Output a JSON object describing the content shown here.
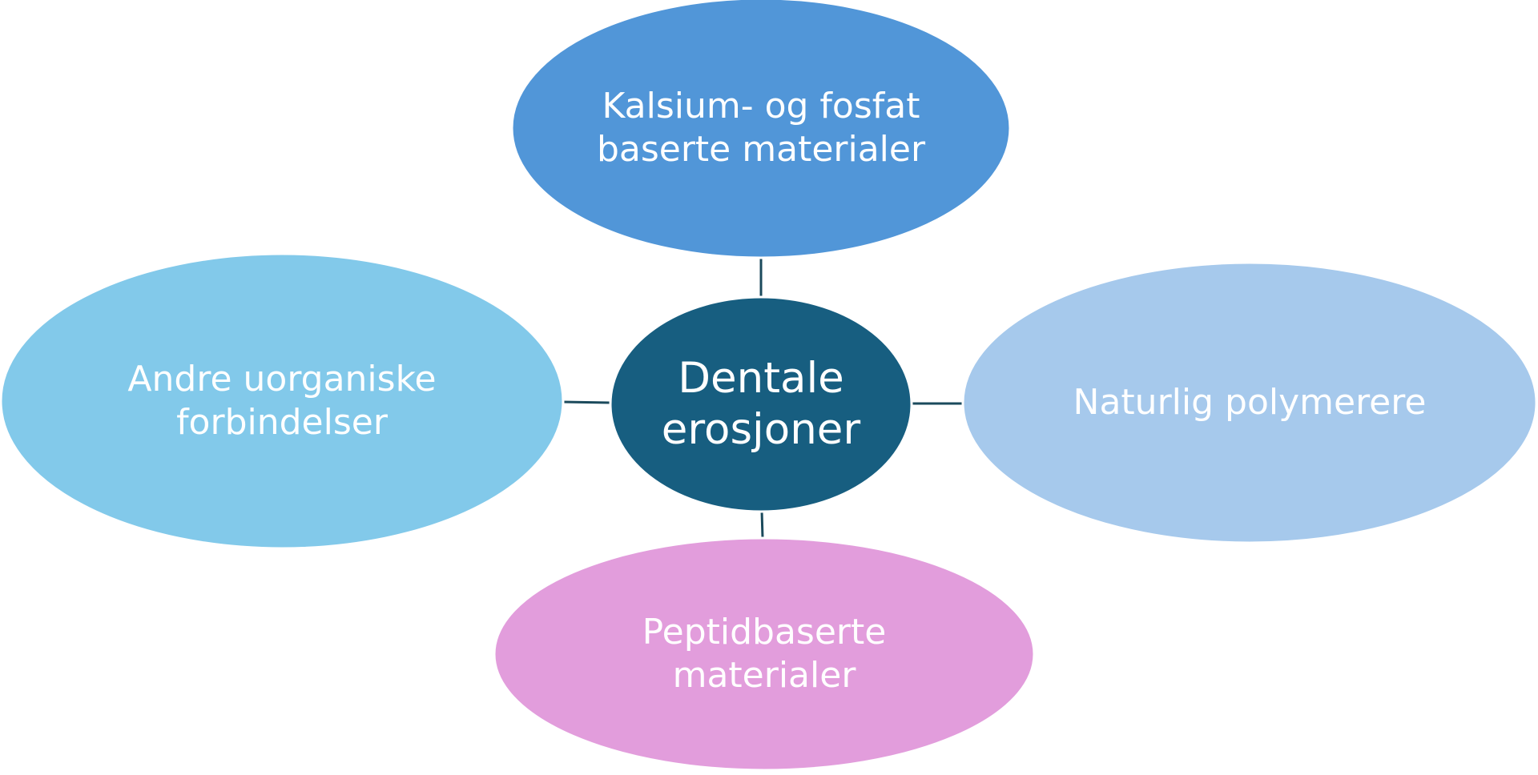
{
  "center": {
    "lines": [
      "Dentale",
      "erosjoner"
    ],
    "color": "#175e80"
  },
  "nodes": [
    {
      "id": "top",
      "lines": [
        "Kalsium- og fosfat",
        "baserte materialer"
      ],
      "color": "#5196d8"
    },
    {
      "id": "left",
      "lines": [
        "Andre uorganiske",
        "forbindelser"
      ],
      "color": "#82c9ea"
    },
    {
      "id": "right",
      "lines": [
        "Naturlig polymerere"
      ],
      "color": "#a6c9ec"
    },
    {
      "id": "bottom",
      "lines": [
        "Peptidbaserte",
        "materialer"
      ],
      "color": "#e29ddc"
    }
  ],
  "colors": {
    "connector": "#1b4a5c",
    "outline": "#ffffff",
    "text": "#ffffff",
    "background": "#ffffff"
  }
}
